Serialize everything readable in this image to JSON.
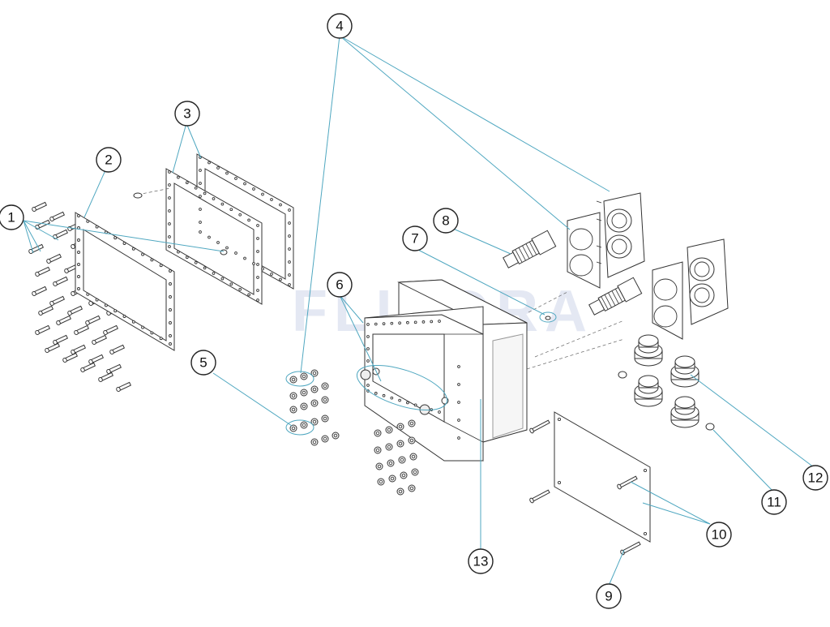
{
  "watermark": "FLUIDRA",
  "callouts": [
    {
      "id": "1",
      "label": "1"
    },
    {
      "id": "2",
      "label": "2"
    },
    {
      "id": "3",
      "label": "3"
    },
    {
      "id": "4",
      "label": "4"
    },
    {
      "id": "5",
      "label": "5"
    },
    {
      "id": "6",
      "label": "6"
    },
    {
      "id": "7",
      "label": "7"
    },
    {
      "id": "8",
      "label": "8"
    },
    {
      "id": "9",
      "label": "9"
    },
    {
      "id": "10",
      "label": "10"
    },
    {
      "id": "11",
      "label": "11"
    },
    {
      "id": "12",
      "label": "12"
    },
    {
      "id": "13",
      "label": "13"
    }
  ],
  "colors": {
    "leader": "#4fa7c0",
    "line": "#333333",
    "watermark": "#cfd6ea"
  }
}
